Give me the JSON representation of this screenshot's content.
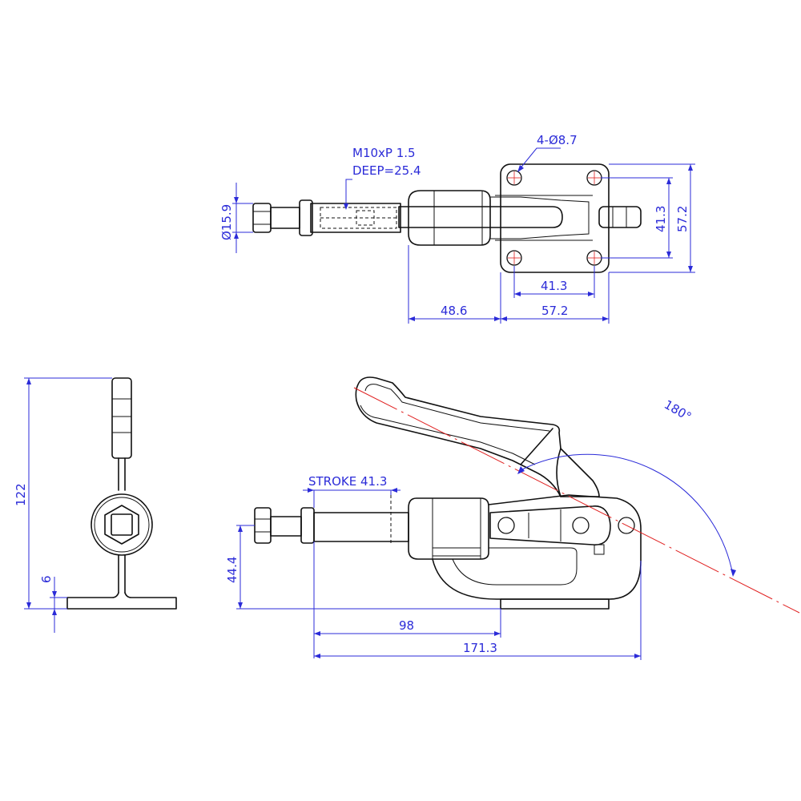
{
  "colors": {
    "outline": "#111111",
    "dimension": "#2b2bd8",
    "centerline": "#e02020",
    "background": "#ffffff"
  },
  "top_view": {
    "thread_note_line1": "M10xP 1.5",
    "thread_note_line2": "DEEP=25.4",
    "hole_note": "4-Ø8.7",
    "dim_plunger_dia": "Ø15.9",
    "dim_hole_spacing_v": "41.3",
    "dim_base_height": "57.2",
    "dim_hole_spacing_h": "41.3",
    "dim_offset": "48.6",
    "dim_base_width": "57.2"
  },
  "side_view": {
    "dim_height": "122",
    "dim_thickness": "6"
  },
  "front_view": {
    "stroke_label": "STROKE 41.3",
    "dim_center_height": "44.4",
    "dim_98": "98",
    "dim_total_length": "171.3",
    "dim_rotation": "180°"
  }
}
